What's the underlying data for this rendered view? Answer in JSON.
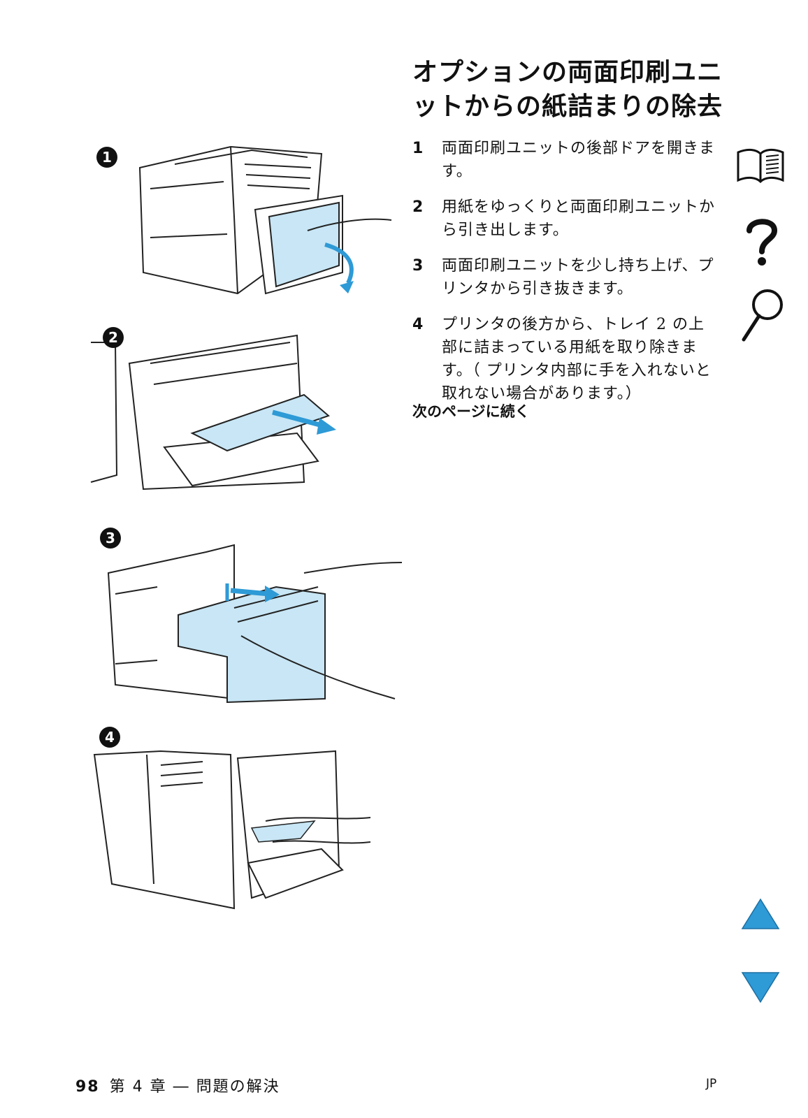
{
  "title": "オプションの両面印刷ユニットからの紙詰まりの除去",
  "steps": [
    {
      "num": "1",
      "text": "両面印刷ユニットの後部ドアを開きます。"
    },
    {
      "num": "2",
      "text": "用紙をゆっくりと両面印刷ユニットから引き出します。"
    },
    {
      "num": "3",
      "text": "両面印刷ユニットを少し持ち上げ、プリンタから引き抜きます。"
    },
    {
      "num": "4",
      "text": "プリンタの後方から、トレイ 2 の上部に詰まっている用紙を取り除きます。（ プリンタ内部に手を入れないと取れない場合があります。）"
    }
  ],
  "continued": "次のページに続く",
  "figures": [
    {
      "badge": "1"
    },
    {
      "badge": "2"
    },
    {
      "badge": "3"
    },
    {
      "badge": "4"
    }
  ],
  "nav_icons": [
    "book-icon",
    "question-mark-icon",
    "magnifier-icon",
    "triangle-up-icon",
    "triangle-down-icon"
  ],
  "colors": {
    "accent": "#2e9ad6",
    "highlight": "#c8e6f5"
  },
  "footer": {
    "page_number": "98",
    "chapter": "第 4 章 ― 問題の解決",
    "lang": "JP"
  }
}
